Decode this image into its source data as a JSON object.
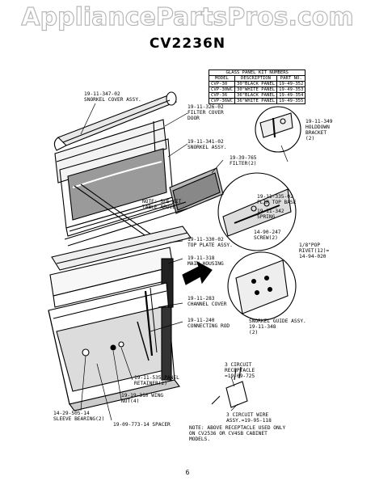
{
  "watermark": "AppliancePartsPros.com",
  "title": "CV2236N",
  "kit_table": {
    "title": "GLASS PANEL KIT NUMBERS",
    "headers": [
      "MODEL",
      "DESCRIPTION",
      "PART NO."
    ],
    "rows": [
      [
        "CVP-30",
        "30\"BLACK PANEL",
        "19-49-352"
      ],
      [
        "CVP-30WC",
        "30\"WHITE PANEL",
        "19-49-353"
      ],
      [
        "CVP-36",
        "36\"BLACK PANEL",
        "19-49-354"
      ],
      [
        "CVP-36WC",
        "36\"WHITE PANEL",
        "19-49-355"
      ]
    ]
  },
  "labels": {
    "snorkel_cover": "19-11-347-02\nSNORKEL COVER ASSY.",
    "filter_cover_door": "19-11-326-02\nFILTER COVER\nDOOR",
    "snorkel_assy": "19-11-341-02\nSNORKEL ASSY.",
    "holddown": "19-11-349\nHOLDDOWN\nBRACKET\n(2)",
    "filter": "19-39-765\nFILTER(2)",
    "see_kit": "NOTE: SEE KIT\nTABLE ABOVE.",
    "flip_top_base": "19-11-335-02\nFLIP TOP BASE",
    "spring": "19-11-342\nSPRING",
    "screw": "14-90-247\nSCREW(2)",
    "top_plate": "19-11-330-02\nTOP PLATE ASSY.",
    "pop_rivet": "1/8\"POP\nRIVET(12)=\n14-94-020",
    "main_housing": "19-11-318\nMAIN HOUSING",
    "channel_cover": "19-11-283\nCHANNEL COVER",
    "connecting_rod": "19-11-240\nCONNECTING ROD",
    "snorkel_guide": "SNORKEL GUIDE ASSY.\n19-11-348\n(2)",
    "panel_retainer": "19-11-535 PANEL\nRETAINER(2)",
    "receptacle": "3 CIRCUIT\nRECEPTACLE\n=19-09-725",
    "wing_nut": "19-19-310 WING\nNUT(4)",
    "sleeve_bearing": "14-29-505-14\nSLEEVE BEARING(2)",
    "spacer": "19-09-773-14 SPACER",
    "circuit_wire": "3 CIRCUIT WIRE\nASSY.=19-95-118",
    "note": "NOTE: ABOVE RECEPTACLE USED ONLY\nON CV2536 OR CV4SB CABINET\nMODELS."
  },
  "page_number": "6"
}
